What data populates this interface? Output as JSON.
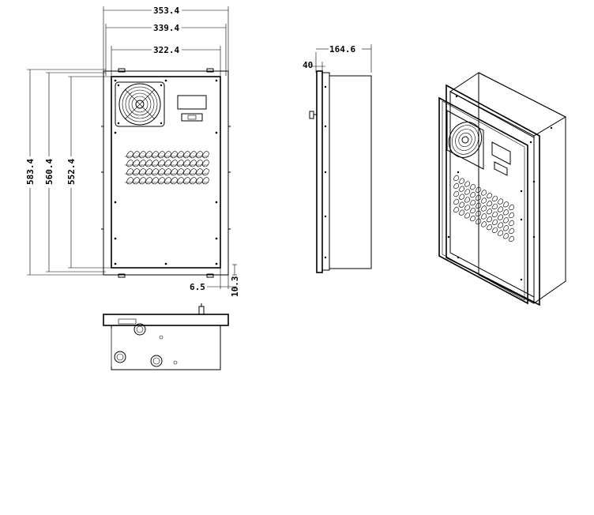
{
  "dimensions": {
    "outer_width": "353.4",
    "mid_width": "339.4",
    "inner_width": "322.4",
    "outer_height": "583.4",
    "mid_height": "560.4",
    "inner_height": "552.4",
    "depth": "164.6",
    "flange": "40",
    "bottom_gap": "6.5",
    "bottom_offset": "10.3"
  }
}
